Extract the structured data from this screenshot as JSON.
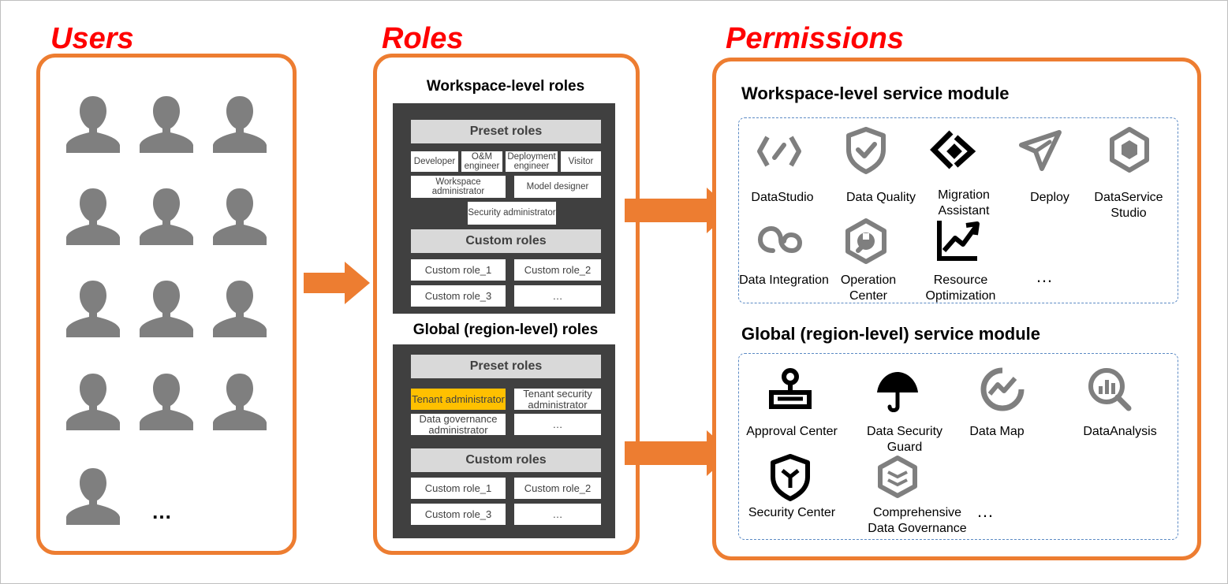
{
  "headings": {
    "users": "Users",
    "roles": "Roles",
    "permissions": "Permissions"
  },
  "users": {
    "more": "…"
  },
  "roles": {
    "workspace": {
      "title": "Workspace-level roles",
      "preset_title": "Preset roles",
      "preset": [
        "Developer",
        "O&M engineer",
        "Deployment engineer",
        "Visitor",
        "Workspace administrator",
        "Model designer",
        "Security administrator"
      ],
      "custom_title": "Custom roles",
      "custom": [
        "Custom role_1",
        "Custom role_2",
        "Custom role_3",
        "…"
      ]
    },
    "global": {
      "title": "Global (region-level) roles",
      "preset_title": "Preset roles",
      "preset": [
        "Tenant administrator",
        "Tenant security administrator",
        "Data governance administrator",
        "…"
      ],
      "custom_title": "Custom roles",
      "custom": [
        "Custom role_1",
        "Custom role_2",
        "Custom role_3",
        "…"
      ]
    }
  },
  "permissions": {
    "workspace": {
      "title": "Workspace-level service module",
      "modules": [
        {
          "label": "DataStudio",
          "icon": "code-brackets-icon"
        },
        {
          "label": "Data Quality",
          "icon": "shield-check-icon"
        },
        {
          "label": "Migration Assistant",
          "icon": "migration-arrow-icon"
        },
        {
          "label": "Deploy",
          "icon": "paper-plane-icon"
        },
        {
          "label": "DataService Studio",
          "icon": "hexagon-cube-icon"
        },
        {
          "label": "Data Integration",
          "icon": "infinity-loop-icon"
        },
        {
          "label": "Operation Center",
          "icon": "wrench-hexagon-icon"
        },
        {
          "label": "Resource Optimization",
          "icon": "trend-chart-icon"
        }
      ],
      "more": "…"
    },
    "global": {
      "title": "Global (region-level) service module",
      "modules": [
        {
          "label": "Approval Center",
          "icon": "stamp-icon"
        },
        {
          "label": "Data Security Guard",
          "icon": "umbrella-icon"
        },
        {
          "label": "Data Map",
          "icon": "map-gauge-icon"
        },
        {
          "label": "DataAnalysis",
          "icon": "magnifier-chart-icon"
        },
        {
          "label": "Security Center",
          "icon": "security-shield-icon"
        },
        {
          "label": "Comprehensive Data Governance",
          "icon": "governance-cube-icon"
        }
      ],
      "more": "…"
    }
  },
  "colors": {
    "accent": "#ed7d31",
    "heading": "#ff0000",
    "dark": "#404040",
    "highlight": "#ffc000",
    "icon_gray": "#7f7f7f",
    "dashed": "#5b8ac4"
  }
}
